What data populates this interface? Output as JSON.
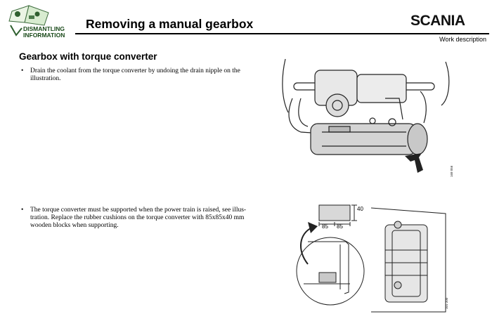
{
  "header": {
    "logo_line1": "DISMANTLING",
    "logo_line2": "INFORMATION",
    "title": "Removing a manual gearbox",
    "brand": "SCANIA",
    "tag": "Work description"
  },
  "section": {
    "heading": "Gearbox with torque converter"
  },
  "bullets": [
    {
      "mark": "•",
      "text": "Drain the coolant from the torque converter by undoing the drain nipple on the illustration."
    },
    {
      "mark": "•",
      "text": "The torque converter must be supported when the power train is raised, see illus-tration. Replace the rubber cushions on the torque converter with 85x85x40 mm wooden blocks when supporting."
    }
  ],
  "figures": {
    "fig1_code": "168 056",
    "fig2_code": "101 200",
    "dim_height": "40",
    "dim_width_1": "85",
    "dim_width_2": "85"
  }
}
